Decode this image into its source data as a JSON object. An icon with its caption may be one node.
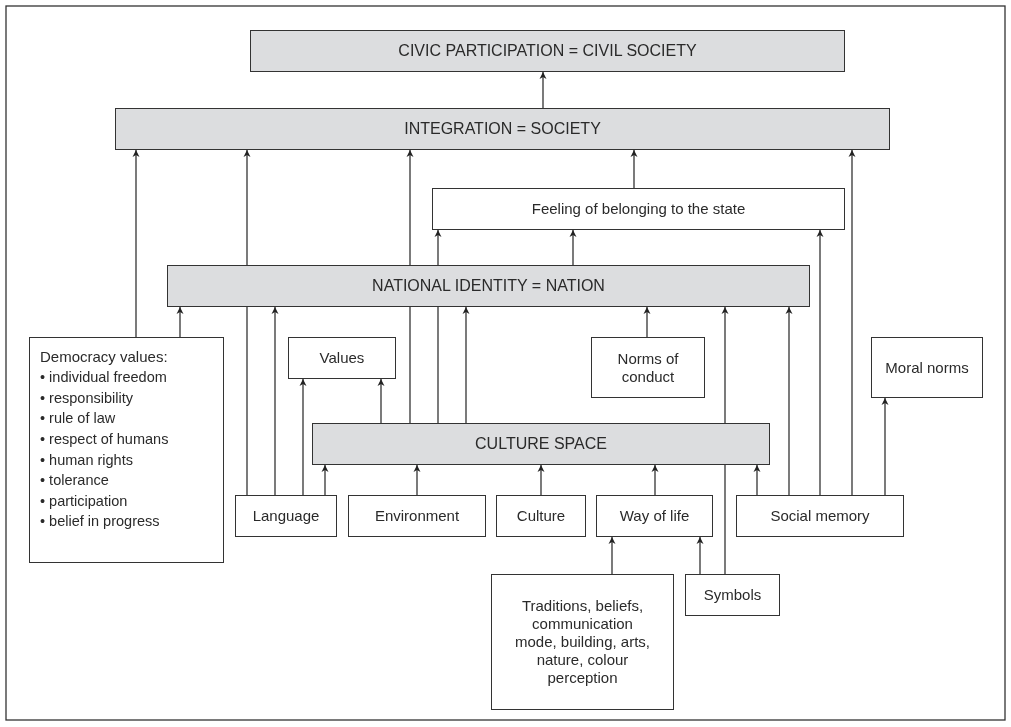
{
  "diagram": {
    "nodes": [
      {
        "text": [
          "CIVIC PARTICIPATION = CIVIL SOCIETY"
        ]
      },
      {
        "text": [
          "INTEGRATION = SOCIETY"
        ]
      },
      {
        "text": [
          "Feeling of belonging to the state"
        ]
      },
      {
        "text": [
          "NATIONAL IDENTITY = NATION"
        ]
      },
      {
        "text": [
          "Democracy values:",
          "• individual freedom",
          "• responsibility",
          "• rule of law",
          "• respect of humans",
          "• human rights",
          "• tolerance",
          "• participation",
          "• belief in progress"
        ]
      },
      {
        "text": [
          "Values"
        ]
      },
      {
        "text": [
          "Norms of conduct"
        ]
      },
      {
        "text": [
          "Moral norms"
        ]
      },
      {
        "text": [
          "CULTURE SPACE"
        ]
      },
      {
        "text": [
          "Language"
        ]
      },
      {
        "text": [
          "Environment"
        ]
      },
      {
        "text": [
          "Culture"
        ]
      },
      {
        "text": [
          "Way of life"
        ]
      },
      {
        "text": [
          "Social memory"
        ]
      },
      {
        "text": [
          "Traditions, beliefs, communication mode, building, arts, nature, colour perception"
        ]
      },
      {
        "text": [
          "Symbols"
        ]
      }
    ],
    "edges": [
      {
        "from": 1,
        "to": 0,
        "arrow": "to"
      },
      {
        "from": 4,
        "to": 1,
        "arrow": "to"
      },
      {
        "from": 4,
        "to": 3,
        "arrow": "to"
      },
      {
        "from": 9,
        "to": 3,
        "arrow": "none"
      },
      {
        "from": 3,
        "to": 1,
        "arrow": "to"
      },
      {
        "from": 9,
        "to": 3,
        "arrow": "to"
      },
      {
        "from": 9,
        "to": 5,
        "arrow": "to"
      },
      {
        "from": 9,
        "to": 8,
        "arrow": "to"
      },
      {
        "from": 8,
        "to": 5,
        "arrow": "to"
      },
      {
        "from": 8,
        "to": 3,
        "arrow": "none"
      },
      {
        "from": 3,
        "to": 1,
        "arrow": "to"
      },
      {
        "from": 8,
        "to": 3,
        "arrow": "none"
      },
      {
        "from": 3,
        "to": 2,
        "arrow": "to"
      },
      {
        "from": 8,
        "to": 3,
        "arrow": "to"
      },
      {
        "from": 3,
        "to": 2,
        "arrow": "to"
      },
      {
        "from": 2,
        "to": 1,
        "arrow": "to"
      },
      {
        "from": 10,
        "to": 8,
        "arrow": "to"
      },
      {
        "from": 11,
        "to": 8,
        "arrow": "to"
      },
      {
        "from": 12,
        "to": 8,
        "arrow": "to"
      },
      {
        "from": 6,
        "to": 3,
        "arrow": "to"
      },
      {
        "from": 15,
        "to": 8,
        "arrow": "none"
      },
      {
        "from": 8,
        "to": 3,
        "arrow": "to"
      },
      {
        "from": 13,
        "to": 8,
        "arrow": "to"
      },
      {
        "from": 13,
        "to": 3,
        "arrow": "to"
      },
      {
        "from": 13,
        "to": 2,
        "arrow": "to"
      },
      {
        "from": 13,
        "to": 1,
        "arrow": "to"
      },
      {
        "from": 13,
        "to": 7,
        "arrow": "to"
      },
      {
        "from": 14,
        "to": 12,
        "arrow": "to"
      },
      {
        "from": 15,
        "to": 12,
        "arrow": "to"
      }
    ]
  }
}
